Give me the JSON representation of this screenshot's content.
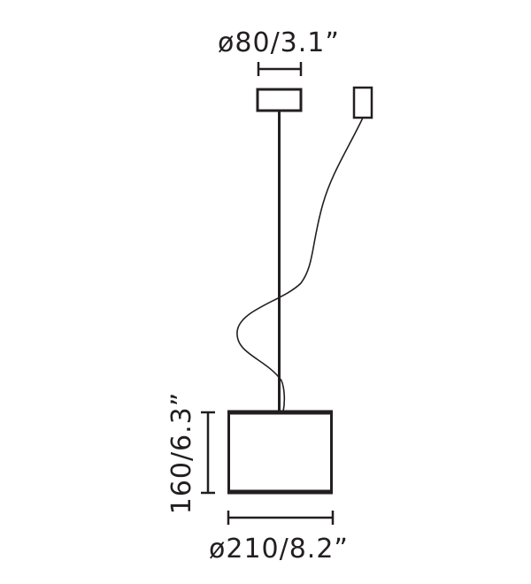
{
  "dimensions": {
    "canopy_diameter": "ø80/3.1”",
    "shade_height": "160/6.3”",
    "shade_diameter": "ø210/8.2”"
  },
  "colors": {
    "line": "#231f20",
    "background": "#ffffff"
  }
}
